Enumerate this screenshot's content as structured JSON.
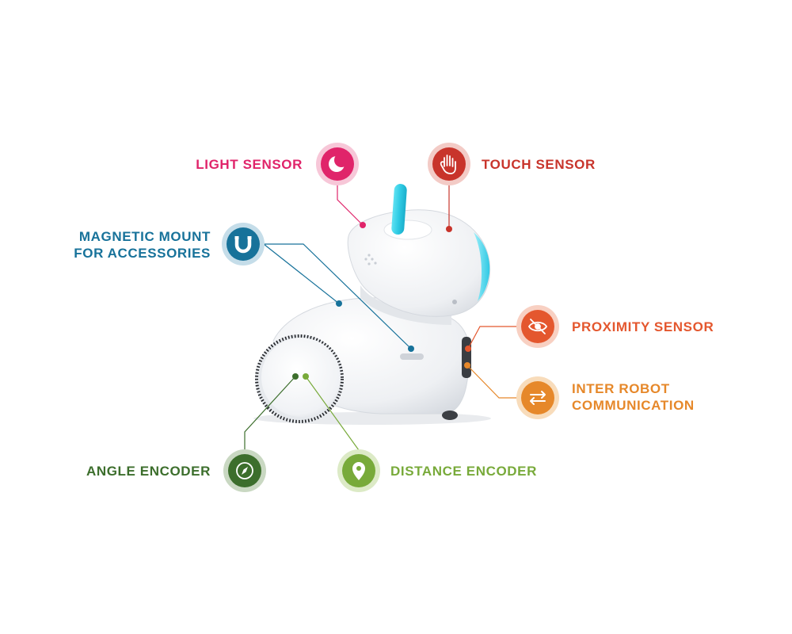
{
  "colors": {
    "light_sensor": "#e0246a",
    "touch_sensor": "#c8342b",
    "magnetic_mount": "#17729a",
    "proximity_sensor": "#e4572e",
    "inter_robot": "#e6882a",
    "angle_encoder": "#3c6e2c",
    "distance_encoder": "#78aa3a",
    "robot_body": "#f1f3f6",
    "robot_shade": "#d9dde3",
    "antenna": "#32cde6"
  },
  "labels": {
    "light_sensor": "LIGHT SENSOR",
    "touch_sensor": "TOUCH SENSOR",
    "magnetic_mount_line1": "MAGNETIC MOUNT",
    "magnetic_mount_line2": "FOR ACCESSORIES",
    "proximity_sensor": "PROXIMITY SENSOR",
    "inter_robot_line1": "INTER ROBOT",
    "inter_robot_line2": "COMMUNICATION",
    "angle_encoder": "ANGLE ENCODER",
    "distance_encoder": "DISTANCE ENCODER"
  },
  "icons": {
    "light_sensor": "moon-icon",
    "touch_sensor": "hand-icon",
    "magnetic_mount": "magnet-icon",
    "proximity_sensor": "eye-slash-icon",
    "inter_robot": "swap-arrows-icon",
    "angle_encoder": "compass-icon",
    "distance_encoder": "map-pin-icon"
  }
}
